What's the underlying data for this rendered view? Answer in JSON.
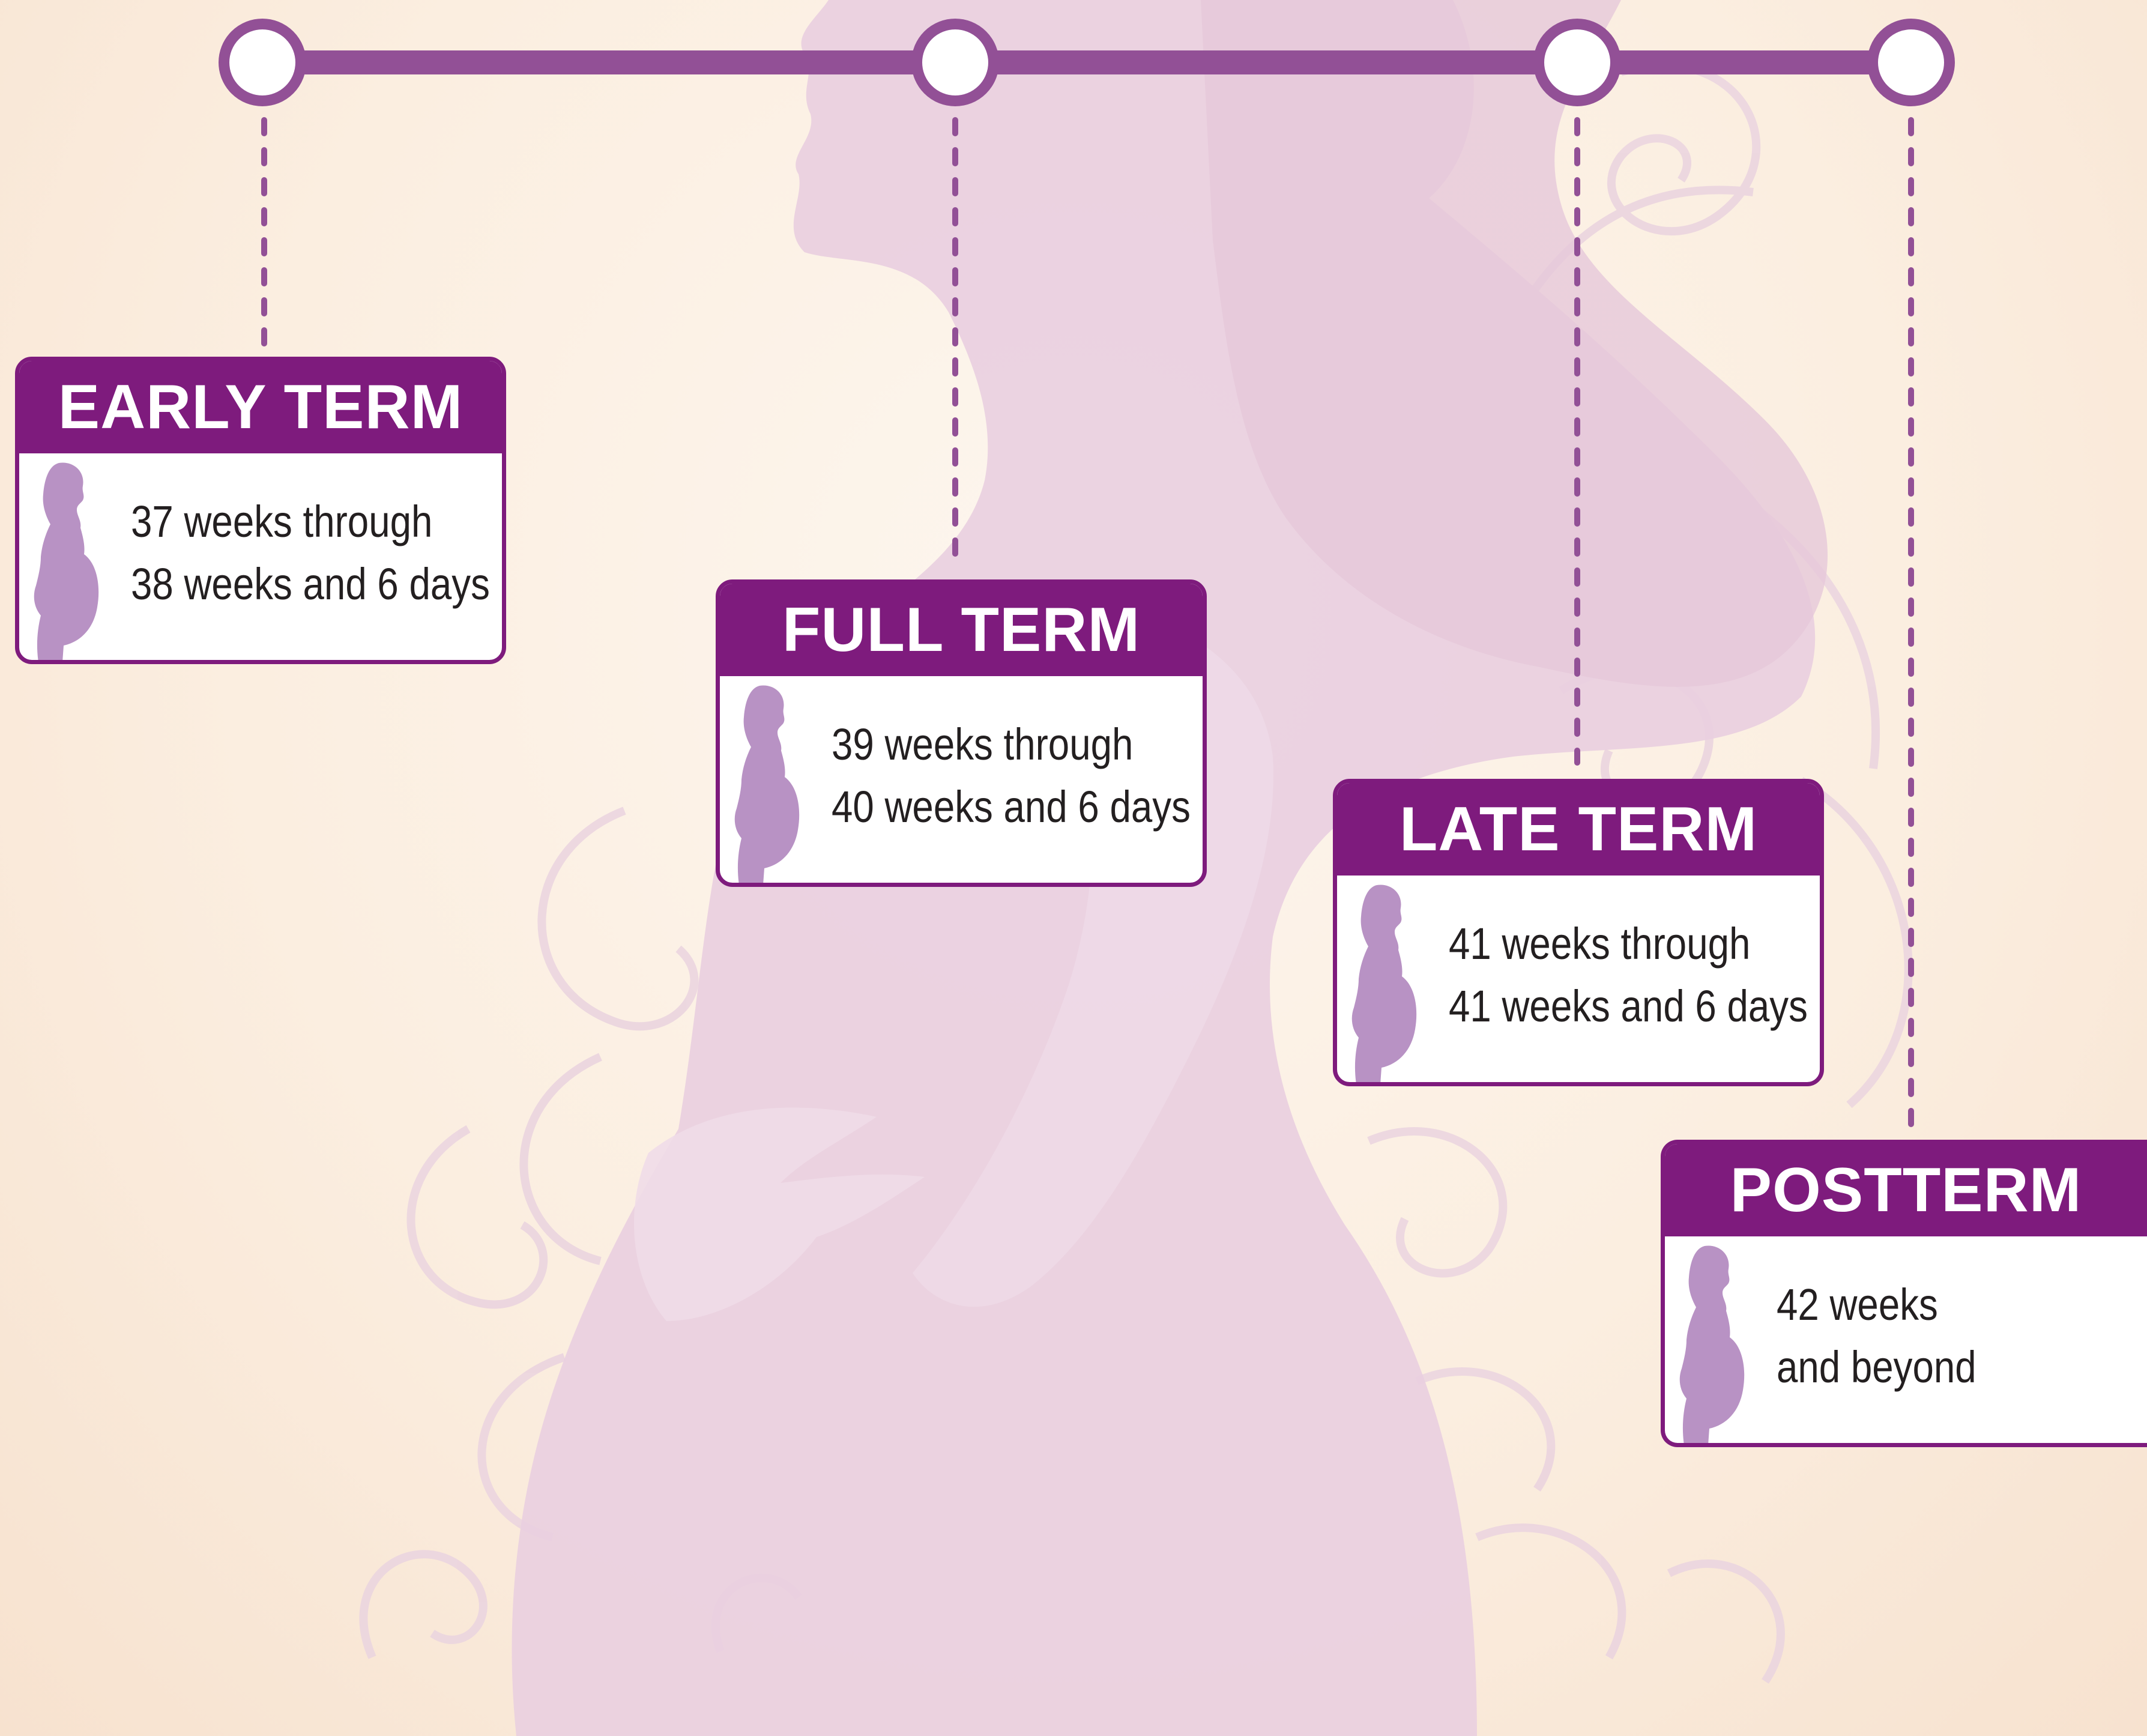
{
  "palette": {
    "brand_purple": "#7e1b7d",
    "timeline_purple": "#925096",
    "icon_lilac": "#b892c4",
    "silhouette_pink": "#e9cfe0",
    "background_cream": "#fbeee0"
  },
  "timeline": {
    "nodes": 4,
    "connector": "dotted vertical lines from nodes to cards"
  },
  "stages": [
    {
      "title": "EARLY TERM",
      "line1": "37 weeks through",
      "line2": "38 weeks and 6 days",
      "icon": "pregnant-woman-icon"
    },
    {
      "title": "FULL TERM",
      "line1": "39 weeks through",
      "line2": "40 weeks and 6 days",
      "icon": "pregnant-woman-icon"
    },
    {
      "title": "LATE TERM",
      "line1": "41 weeks through",
      "line2": "41 weeks and 6 days",
      "icon": "pregnant-woman-icon"
    },
    {
      "title": "POSTTERM",
      "line1": "42 weeks",
      "line2": "and beyond",
      "icon": "pregnant-woman-icon"
    }
  ]
}
